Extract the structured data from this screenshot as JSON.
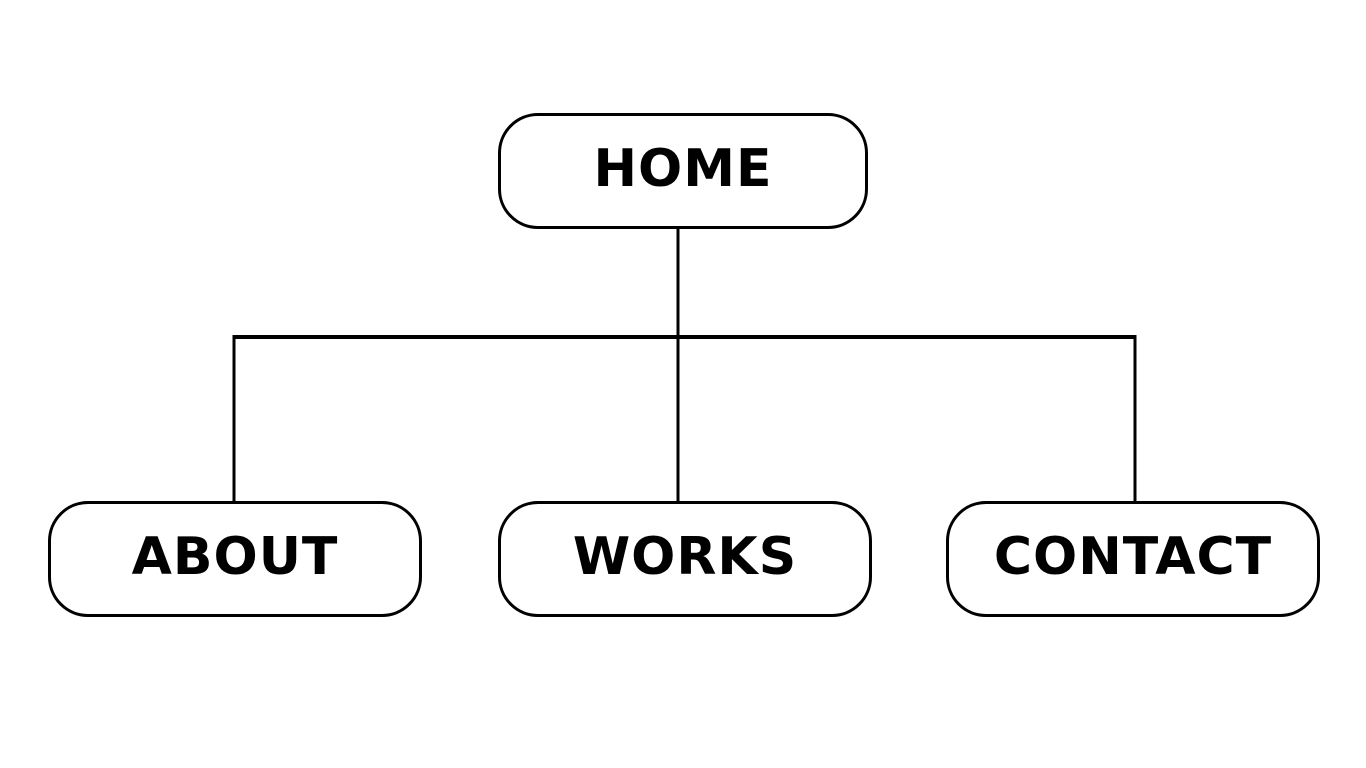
{
  "diagram": {
    "type": "sitemap-tree",
    "root": {
      "id": "home",
      "label": "HOME"
    },
    "children": [
      {
        "id": "about",
        "label": "ABOUT"
      },
      {
        "id": "works",
        "label": "WORKS"
      },
      {
        "id": "contact",
        "label": "CONTACT"
      }
    ],
    "colors": {
      "background": "#ffffff",
      "node_fill": "#ffffff",
      "node_border": "#000000",
      "text": "#000000",
      "connector": "#000000"
    }
  }
}
